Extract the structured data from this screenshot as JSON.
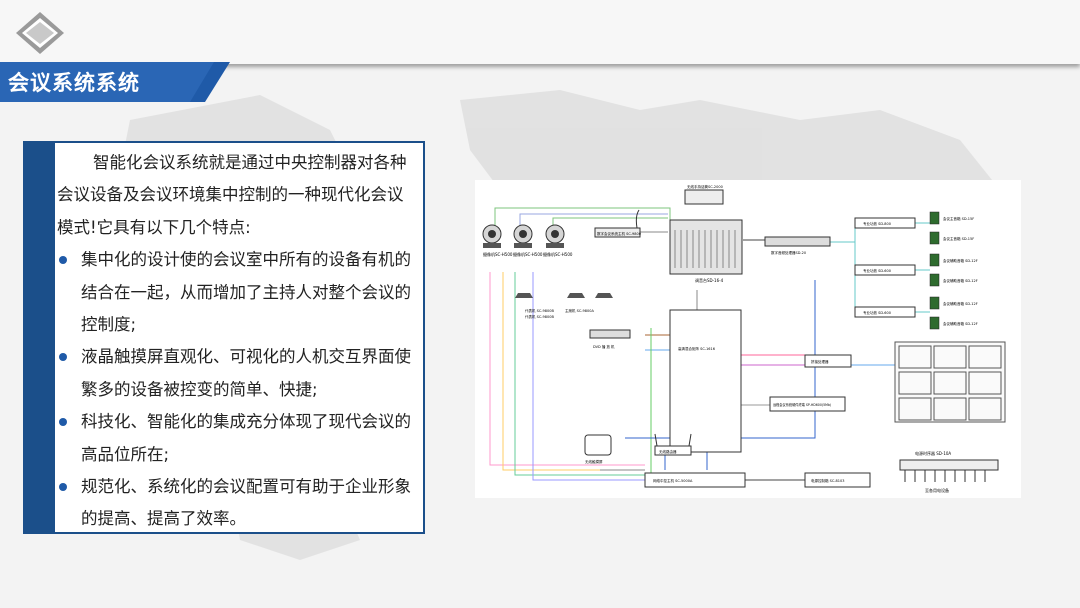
{
  "header": {
    "title": "会议系统系统"
  },
  "textbox": {
    "intro": "智能化会议系统就是通过中央控制器对各种会议设备及会议环境集中控制的一种现代化会议模式!它具有以下几个特点:",
    "bullets": [
      "集中化的设计使的会议室中所有的设备有机的结合在一起，从而增加了主持人对整个会议的控制度;",
      "液晶触摸屏直观化、可视化的人机交互界面使繁多的设备被控变的简单、快捷;",
      "科技化、智能化的集成充分体现了现代会议的高品位所在;",
      "规范化、系统化的会议配置可有助于企业形象的提高、提高了效率。"
    ]
  },
  "diagram": {
    "cameras": [
      "摄像机SC-H500",
      "摄像机SC-H500",
      "摄像机SC-H500"
    ],
    "wireless_mic": "无线手持话筒SC-2000",
    "mixer_label": "调音台SD-16-4",
    "conf_host": "数字会议系统主机 SC-9800",
    "processor": "数字音频处理器SD-20",
    "delegate_units": [
      "代表机 SC-9800B",
      "代表机 SC-9800B",
      "主席机 SC-9800A"
    ],
    "dvd": "DVD 播 放 机",
    "matrix": "高清混合矩阵 SC-1616",
    "splicer": "拼接处理器",
    "amps": [
      "专业功放 SD-800",
      "专业功放 SD-600",
      "专业功放 SD-600"
    ],
    "speakers": [
      "会议主音箱 SD-15F",
      "会议主音箱 SD-15F",
      "会议辅助音箱 SD-12F",
      "会议辅助音箱 SD-12F",
      "会议辅助音箱 SD-12F",
      "会议辅助音箱 SD-12F"
    ],
    "fusion": "远程会议系统硬件终端 SP-HD600(5Mb)",
    "touch_panel": "无线触摸屏",
    "router": "无线路由器",
    "central": "网络中控主机 SC-5000A",
    "power_ctrl": "电源控制箱 SC-8103",
    "sequencer": "电源时序器 SD-10A",
    "power_note": "至各用电设备"
  },
  "colors": {
    "primary": "#1b4f8a",
    "title_band": "#1f5aa8",
    "bullet": "#1f5aa8"
  }
}
